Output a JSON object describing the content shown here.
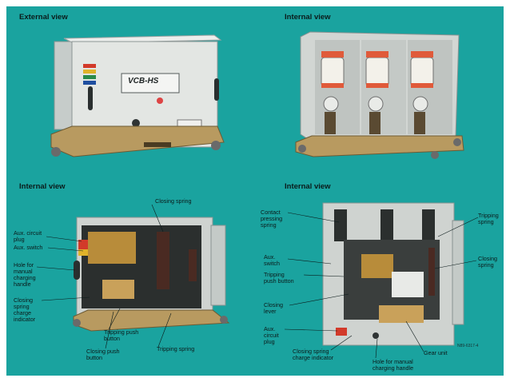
{
  "panels": {
    "external": {
      "title": "External view"
    },
    "internal_top": {
      "title": "Internal view"
    },
    "internal_left": {
      "title": "Internal view"
    },
    "internal_right": {
      "title": "Internal view"
    }
  },
  "brand_plate": "VCB-HS",
  "left_labels": [
    {
      "key": "closing-spring",
      "text": "Closing spring"
    },
    {
      "key": "aux-circuit-plug",
      "text": "Aux. circuit\nplug"
    },
    {
      "key": "aux-switch",
      "text": "Aux. switch"
    },
    {
      "key": "hole-manual-charging",
      "text": "Hole for\nmanual\ncharging\nhandle"
    },
    {
      "key": "closing-spring-charge-indicator",
      "text": "Closing\nspring\ncharge\nindicator"
    },
    {
      "key": "tripping-push-button",
      "text": "Tripping push\nbutton"
    },
    {
      "key": "closing-push-button",
      "text": "Closing push\nbutton"
    },
    {
      "key": "tripping-spring",
      "text": "Tripping spring"
    }
  ],
  "right_labels": [
    {
      "key": "contact-pressing-spring",
      "text": "Contact\npressing\nspring"
    },
    {
      "key": "tripping-spring",
      "text": "Tripping\nspring"
    },
    {
      "key": "aux-switch",
      "text": "Aux.\nswitch"
    },
    {
      "key": "closing-spring",
      "text": "Closing\nspring"
    },
    {
      "key": "tripping-push-button",
      "text": "Tripping\npush button"
    },
    {
      "key": "closing-lever",
      "text": "Closing\nlever"
    },
    {
      "key": "aux-circuit-plug",
      "text": "Aux.\ncircuit\nplug"
    },
    {
      "key": "closing-spring-charge-indicator",
      "text": "Closing spring\ncharge indicator"
    },
    {
      "key": "gear-unit",
      "text": "Gear unit"
    },
    {
      "key": "hole-manual-charging",
      "text": "Hole for manual\ncharging handle"
    }
  ],
  "figure_code": "N89-6317-4",
  "colors": {
    "background": "#1aa39f",
    "housing": "#d9dcd8",
    "contacts": "#e05a3a"
  }
}
